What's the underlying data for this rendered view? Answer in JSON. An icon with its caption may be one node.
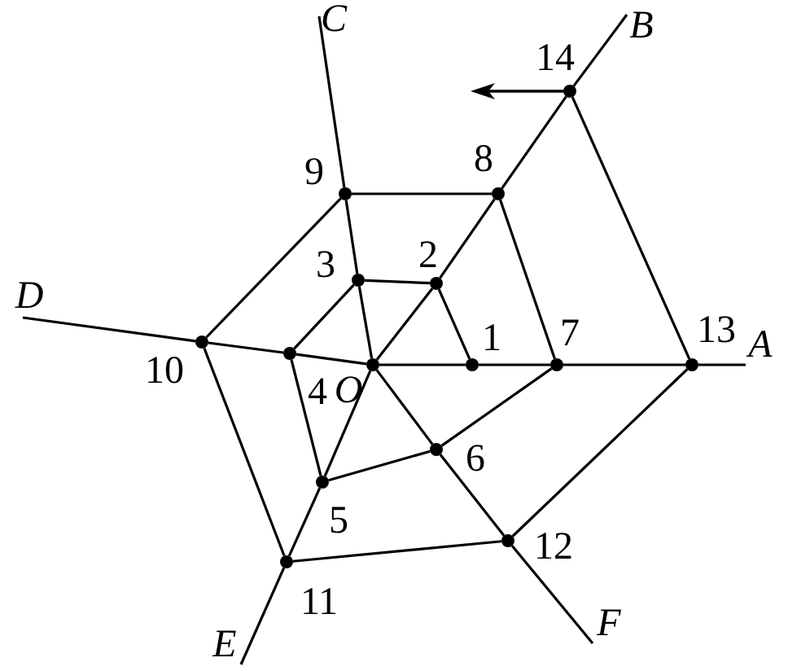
{
  "diagram": {
    "nodes": [
      {
        "text": [],
        "shape": "circle",
        "beside": [
          "O"
        ]
      },
      {
        "text": [],
        "shape": "circle",
        "beside": [
          "1"
        ]
      },
      {
        "text": [],
        "shape": "circle",
        "beside": [
          "2"
        ]
      },
      {
        "text": [],
        "shape": "circle",
        "beside": [
          "3"
        ]
      },
      {
        "text": [],
        "shape": "circle",
        "beside": [
          "4"
        ]
      },
      {
        "text": [],
        "shape": "circle",
        "beside": [
          "5"
        ]
      },
      {
        "text": [],
        "shape": "circle",
        "beside": [
          "6"
        ]
      },
      {
        "text": [],
        "shape": "circle",
        "beside": [
          "7"
        ]
      },
      {
        "text": [],
        "shape": "circle",
        "beside": [
          "8"
        ]
      },
      {
        "text": [],
        "shape": "circle",
        "beside": [
          "9"
        ]
      },
      {
        "text": [],
        "shape": "circle",
        "beside": [
          "10"
        ]
      },
      {
        "text": [],
        "shape": "circle",
        "beside": [
          "11"
        ]
      },
      {
        "text": [],
        "shape": "circle",
        "beside": [
          "12"
        ]
      },
      {
        "text": [],
        "shape": "circle",
        "beside": [
          "13"
        ]
      },
      {
        "text": [],
        "shape": "circle",
        "beside": [
          "14"
        ]
      },
      {
        "text": [
          "A"
        ]
      },
      {
        "text": [
          "B"
        ]
      },
      {
        "text": [
          "C"
        ]
      },
      {
        "text": [
          "D"
        ]
      },
      {
        "text": [
          "E"
        ]
      },
      {
        "text": [
          "F"
        ]
      }
    ],
    "edges": [
      {
        "from": 0,
        "to": 1,
        "arrow": "none"
      },
      {
        "from": 1,
        "to": 7,
        "arrow": "none"
      },
      {
        "from": 7,
        "to": 13,
        "arrow": "none"
      },
      {
        "from": 13,
        "to": 15,
        "arrow": "none"
      },
      {
        "from": 0,
        "to": 2,
        "arrow": "none"
      },
      {
        "from": 2,
        "to": 8,
        "arrow": "none"
      },
      {
        "from": 8,
        "to": 14,
        "arrow": "none"
      },
      {
        "from": 14,
        "to": 16,
        "arrow": "none"
      },
      {
        "from": 0,
        "to": 3,
        "arrow": "none"
      },
      {
        "from": 3,
        "to": 9,
        "arrow": "none"
      },
      {
        "from": 9,
        "to": 17,
        "arrow": "none"
      },
      {
        "from": 0,
        "to": 4,
        "arrow": "none"
      },
      {
        "from": 4,
        "to": 10,
        "arrow": "none"
      },
      {
        "from": 10,
        "to": 18,
        "arrow": "none"
      },
      {
        "from": 0,
        "to": 5,
        "arrow": "none"
      },
      {
        "from": 5,
        "to": 11,
        "arrow": "none"
      },
      {
        "from": 11,
        "to": 19,
        "arrow": "none"
      },
      {
        "from": 0,
        "to": 6,
        "arrow": "none"
      },
      {
        "from": 6,
        "to": 12,
        "arrow": "none"
      },
      {
        "from": 12,
        "to": 20,
        "arrow": "none"
      },
      {
        "from": 1,
        "to": 2,
        "arrow": "none"
      },
      {
        "from": 2,
        "to": 3,
        "arrow": "none"
      },
      {
        "from": 3,
        "to": 4,
        "arrow": "none"
      },
      {
        "from": 4,
        "to": 5,
        "arrow": "none"
      },
      {
        "from": 5,
        "to": 6,
        "arrow": "none"
      },
      {
        "from": 6,
        "to": 7,
        "arrow": "none"
      },
      {
        "from": 7,
        "to": 8,
        "arrow": "none"
      },
      {
        "from": 8,
        "to": 9,
        "arrow": "none"
      },
      {
        "from": 9,
        "to": 10,
        "arrow": "none"
      },
      {
        "from": 10,
        "to": 11,
        "arrow": "none"
      },
      {
        "from": 11,
        "to": 12,
        "arrow": "none"
      },
      {
        "from": 12,
        "to": 13,
        "arrow": "none"
      },
      {
        "from": 13,
        "to": 14,
        "arrow": "none"
      }
    ]
  }
}
